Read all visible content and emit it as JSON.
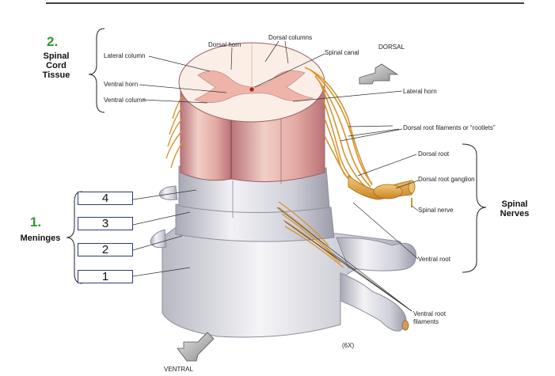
{
  "groups": {
    "spinal_cord": {
      "number": "2.",
      "title_lines": [
        "Spinal",
        "Cord",
        "Tissue"
      ]
    },
    "meninges": {
      "number": "1.",
      "title": "Meninges"
    },
    "spinal_nerves": {
      "title_lines": [
        "Spinal",
        "Nerves"
      ]
    }
  },
  "labels": {
    "lateral_column": "Lateral column",
    "dorsal_horn": "Dorsal horn",
    "dorsal_columns": "Dorsal columns",
    "spinal_canal": "Spinal canal",
    "ventral_horn": "Ventral horn",
    "ventral_column": "Ventral column",
    "lateral_horn": "Lateral horn",
    "dorsal_root_filaments": "Dorsal root filaments  or “rootlets”",
    "dorsal_root": "Dorsal root",
    "dorsal_root_ganglion": "Dorsal root ganglion",
    "spinal_nerve": "Spinal nerve",
    "ventral_root": "Ventral root",
    "ventral_root_filaments_1": "Ventral root",
    "ventral_root_filaments_2": "filaments",
    "dorsal": "DORSAL",
    "ventral": "VENTRAL",
    "magnification": "(6X)"
  },
  "boxes": [
    "4",
    "3",
    "2",
    "1"
  ],
  "colors": {
    "group_number": "#2e9a2e",
    "box_border": "#2f3b7a",
    "cord_tissue": "#e6b2a8",
    "nerve": "#e1a23c",
    "meninges": "#d4d4dc"
  }
}
